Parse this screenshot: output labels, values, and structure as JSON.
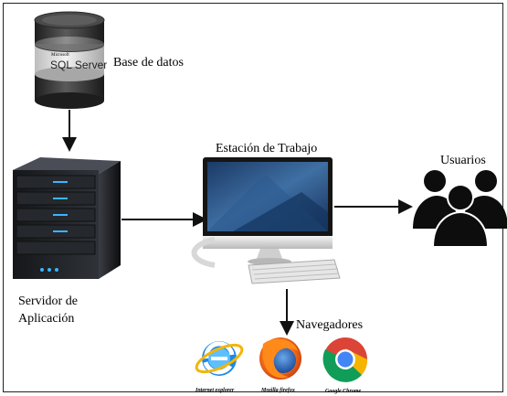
{
  "nodes": {
    "database": {
      "label": "Base de datos",
      "logo_brand": "Microsoft",
      "logo_text": "SQL Server",
      "icon": "database-cylinder-icon"
    },
    "app_server": {
      "label_line1": "Servidor de",
      "label_line2": "Aplicación",
      "icon": "server-tower-icon"
    },
    "workstation": {
      "label": "Estación de Trabajo",
      "icon": "desktop-computer-icon"
    },
    "users": {
      "label": "Usuarios",
      "icon": "users-group-icon"
    },
    "browsers": {
      "label": "Navegadores",
      "items": [
        {
          "name": "Internet explorer",
          "icon": "internet-explorer-icon"
        },
        {
          "name": "Mozilla firefox",
          "icon": "firefox-icon"
        },
        {
          "name": "Google Chrome",
          "icon": "chrome-icon"
        }
      ]
    }
  },
  "colors": {
    "arrow": "#111111",
    "server_body": "#1c1e22",
    "server_led": "#39b6ff",
    "database_body": "#3a3a3a",
    "monitor_screen": "#2b4f7e",
    "users_fill": "#0d0d0d"
  }
}
